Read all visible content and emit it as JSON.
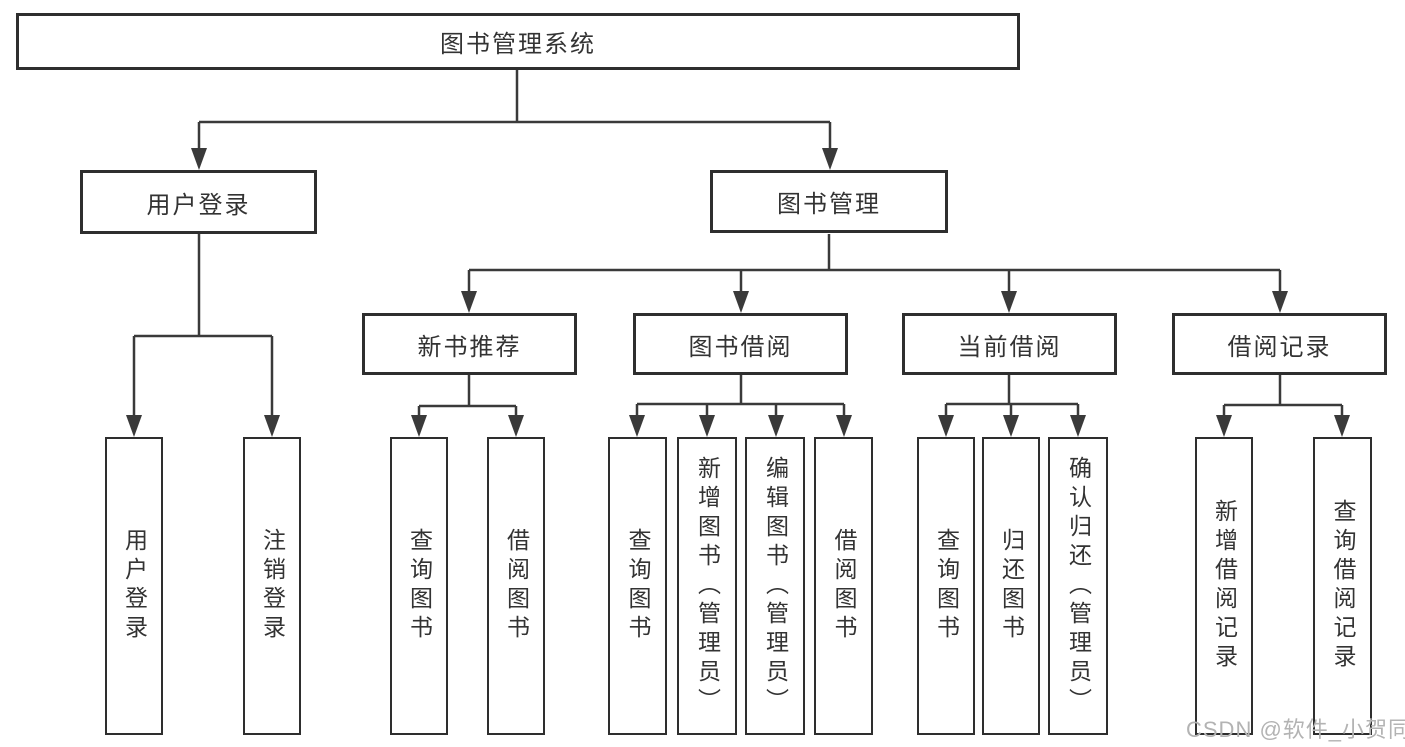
{
  "colors": {
    "background": "#ffffff",
    "border": "#2e2e2e",
    "line": "#3a3a3a",
    "text": "#333333",
    "watermark": "#b3b3b3"
  },
  "diagram": {
    "root": "图书管理系统",
    "level2": {
      "user_login": "用户登录",
      "book_management": "图书管理"
    },
    "level3": {
      "new_book_recommend": "新书推荐",
      "book_borrow": "图书借阅",
      "current_borrow": "当前借阅",
      "borrow_records": "借阅记录"
    },
    "leaves": {
      "user_login": "用户登录",
      "logout": "注销登录",
      "nb_query_books": "查询图书",
      "nb_borrow_books": "借阅图书",
      "bb_query_books": "查询图书",
      "bb_add_books": "新增图书（管理员）",
      "bb_edit_books": "编辑图书（管理员）",
      "bb_borrow_books": "借阅图书",
      "cb_query_books": "查询图书",
      "cb_return_books": "归还图书",
      "cb_confirm_return": "确认归还（管理员）",
      "br_add_record": "新增借阅记录",
      "br_query_record": "查询借阅记录"
    }
  },
  "watermark": "CSDN @软件_小贺同学"
}
